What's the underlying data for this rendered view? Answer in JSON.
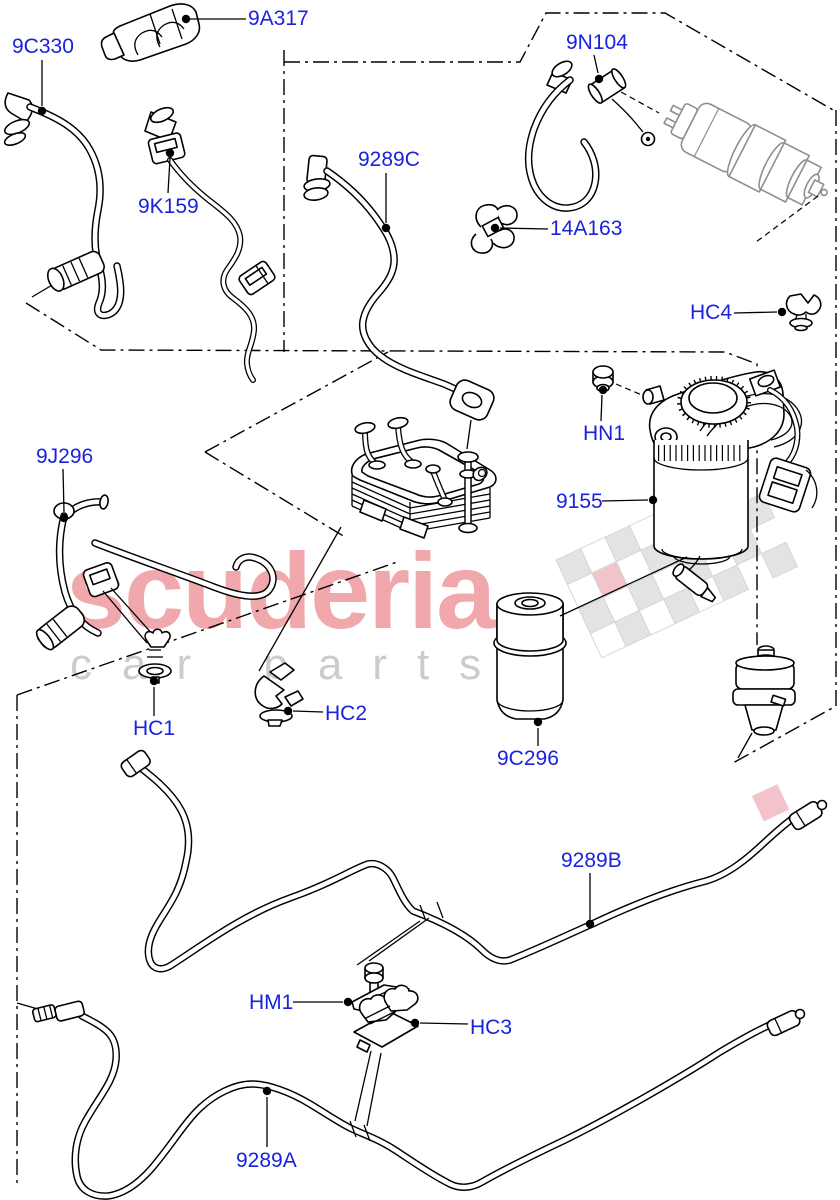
{
  "watermark": {
    "brand": "scuderia",
    "tagline": "car parts"
  },
  "colors": {
    "label_blue": "#1a22dd",
    "line_black": "#000000",
    "reference_part_gray": "#8f8f8f",
    "watermark_brand_pink": "#f0a8ad",
    "watermark_tagline_gray": "#cccccc",
    "checker_gray": "#e3e3e3",
    "checker_pink": "#f2c3ca"
  },
  "parts": [
    {
      "id": "9C330",
      "label": "9C330"
    },
    {
      "id": "9A317",
      "label": "9A317"
    },
    {
      "id": "9K159",
      "label": "9K159"
    },
    {
      "id": "9289C",
      "label": "9289C"
    },
    {
      "id": "9N104",
      "label": "9N104"
    },
    {
      "id": "14A163",
      "label": "14A163"
    },
    {
      "id": "HC4",
      "label": "HC4"
    },
    {
      "id": "HN1",
      "label": "HN1"
    },
    {
      "id": "9155",
      "label": "9155"
    },
    {
      "id": "9J296",
      "label": "9J296"
    },
    {
      "id": "HC1",
      "label": "HC1"
    },
    {
      "id": "HC2",
      "label": "HC2"
    },
    {
      "id": "9C296",
      "label": "9C296"
    },
    {
      "id": "9289B",
      "label": "9289B"
    },
    {
      "id": "HM1",
      "label": "HM1"
    },
    {
      "id": "HC3",
      "label": "HC3"
    },
    {
      "id": "9289A",
      "label": "9289A"
    }
  ]
}
